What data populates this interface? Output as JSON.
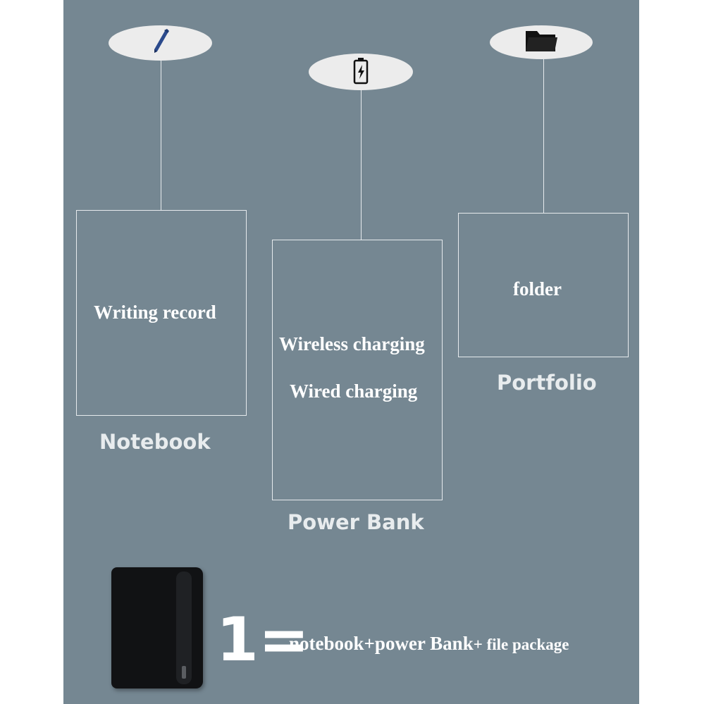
{
  "features": [
    {
      "icon": "pen-icon",
      "box_lines": [
        "Writing record"
      ],
      "caption": "Notebook"
    },
    {
      "icon": "battery-charging-icon",
      "box_lines": [
        "Wireless charging",
        "Wired charging"
      ],
      "caption": "Power Bank"
    },
    {
      "icon": "folder-icon",
      "box_lines": [
        "folder"
      ],
      "caption": "Portfolio"
    }
  ],
  "equation": {
    "one_equals": "1=",
    "part1": "notebook",
    "plus1": "+",
    "part2": "power Bank",
    "plus2": "+",
    "part3": "file package"
  },
  "colors": {
    "background": "#758792",
    "line": "#e6eaed",
    "bubble": "#ececec",
    "pen_accent": "#2b4a8c"
  }
}
